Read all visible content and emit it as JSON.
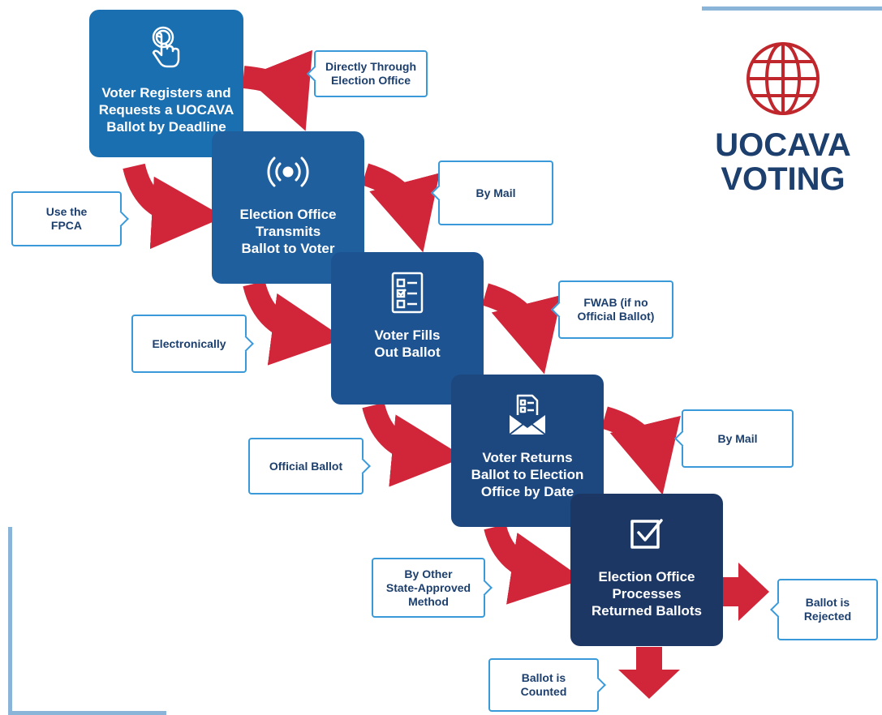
{
  "brand": {
    "title": "UOCAVA\nVOTING",
    "globe_icon": "globe-icon",
    "accent": "#c0272d",
    "text_color": "#1c3f6e"
  },
  "colors": {
    "arrow": "#d1253a",
    "callout_border": "#3a9ad9",
    "decor_line": "#8ab4d8"
  },
  "steps": [
    {
      "label": "Voter Registers and\nRequests a UOCAVA\nBallot by Deadline",
      "icon": "tap-finger-icon",
      "color": "#1a6fb1"
    },
    {
      "label": "Election Office\nTransmits\nBallot to Voter",
      "icon": "broadcast-signal-icon",
      "color": "#1f5f9e"
    },
    {
      "label": "Voter Fills\nOut Ballot",
      "icon": "checklist-icon",
      "color": "#1d5390"
    },
    {
      "label": "Voter Returns\nBallot to Election\nOffice by Date",
      "icon": "envelope-document-icon",
      "color": "#1d487f"
    },
    {
      "label": "Election Office\nProcesses\nReturned Ballots",
      "icon": "checkbox-icon",
      "color": "#1c3764"
    }
  ],
  "callouts": {
    "directly_through": "Directly Through\nElection Office",
    "use_fpca": "Use the\nFPCA",
    "by_mail_1": "By Mail",
    "electronically": "Electronically",
    "fwab": "FWAB (if no\nOfficial Ballot)",
    "official_ballot": "Official Ballot",
    "by_mail_2": "By Mail",
    "other_method": "By Other\nState-Approved\nMethod",
    "rejected": "Ballot is\nRejected",
    "counted": "Ballot is\nCounted"
  }
}
